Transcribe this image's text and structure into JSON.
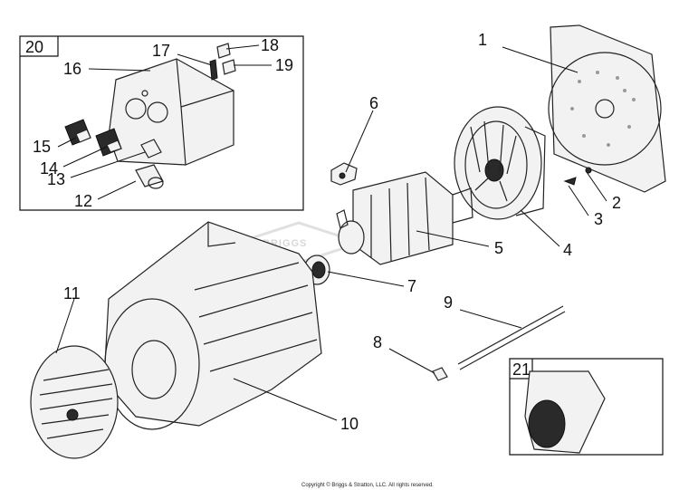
{
  "callouts": [
    {
      "id": "c1",
      "label": "1"
    },
    {
      "id": "c2",
      "label": "2"
    },
    {
      "id": "c3",
      "label": "3"
    },
    {
      "id": "c4",
      "label": "4"
    },
    {
      "id": "c5",
      "label": "5"
    },
    {
      "id": "c6",
      "label": "6"
    },
    {
      "id": "c7",
      "label": "7"
    },
    {
      "id": "c8",
      "label": "8"
    },
    {
      "id": "c9",
      "label": "9"
    },
    {
      "id": "c10",
      "label": "10"
    },
    {
      "id": "c11",
      "label": "11"
    },
    {
      "id": "c12",
      "label": "12"
    },
    {
      "id": "c13",
      "label": "13"
    },
    {
      "id": "c14",
      "label": "14"
    },
    {
      "id": "c15",
      "label": "15"
    },
    {
      "id": "c16",
      "label": "16"
    },
    {
      "id": "c17",
      "label": "17"
    },
    {
      "id": "c18",
      "label": "18"
    },
    {
      "id": "c19",
      "label": "19"
    },
    {
      "id": "c20",
      "label": "20"
    },
    {
      "id": "c21",
      "label": "21"
    }
  ],
  "watermark": "BRIGGS",
  "copyright": "Copyright © Briggs & Stratton, LLC. All rights reserved."
}
